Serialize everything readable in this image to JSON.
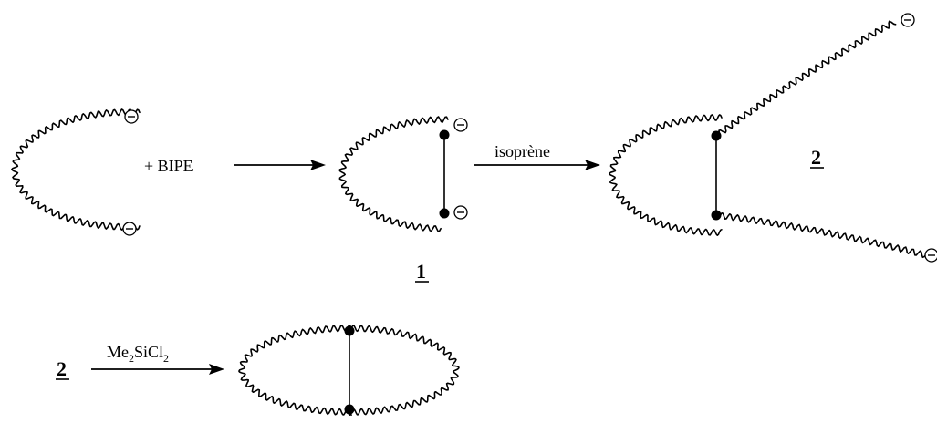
{
  "labels": {
    "reagent": "+ BIPE",
    "arrow_isoprene": "isoprène",
    "compound_1": "1",
    "compound_2": "2",
    "compound_2_start": "2",
    "reagent_silane_main": "Me",
    "reagent_silane_sub1": "2",
    "reagent_silane_mid": "SiCl",
    "reagent_silane_sub2": "2"
  },
  "symbols": {
    "anion": "minus-in-circle",
    "junction": "filled-dot"
  }
}
